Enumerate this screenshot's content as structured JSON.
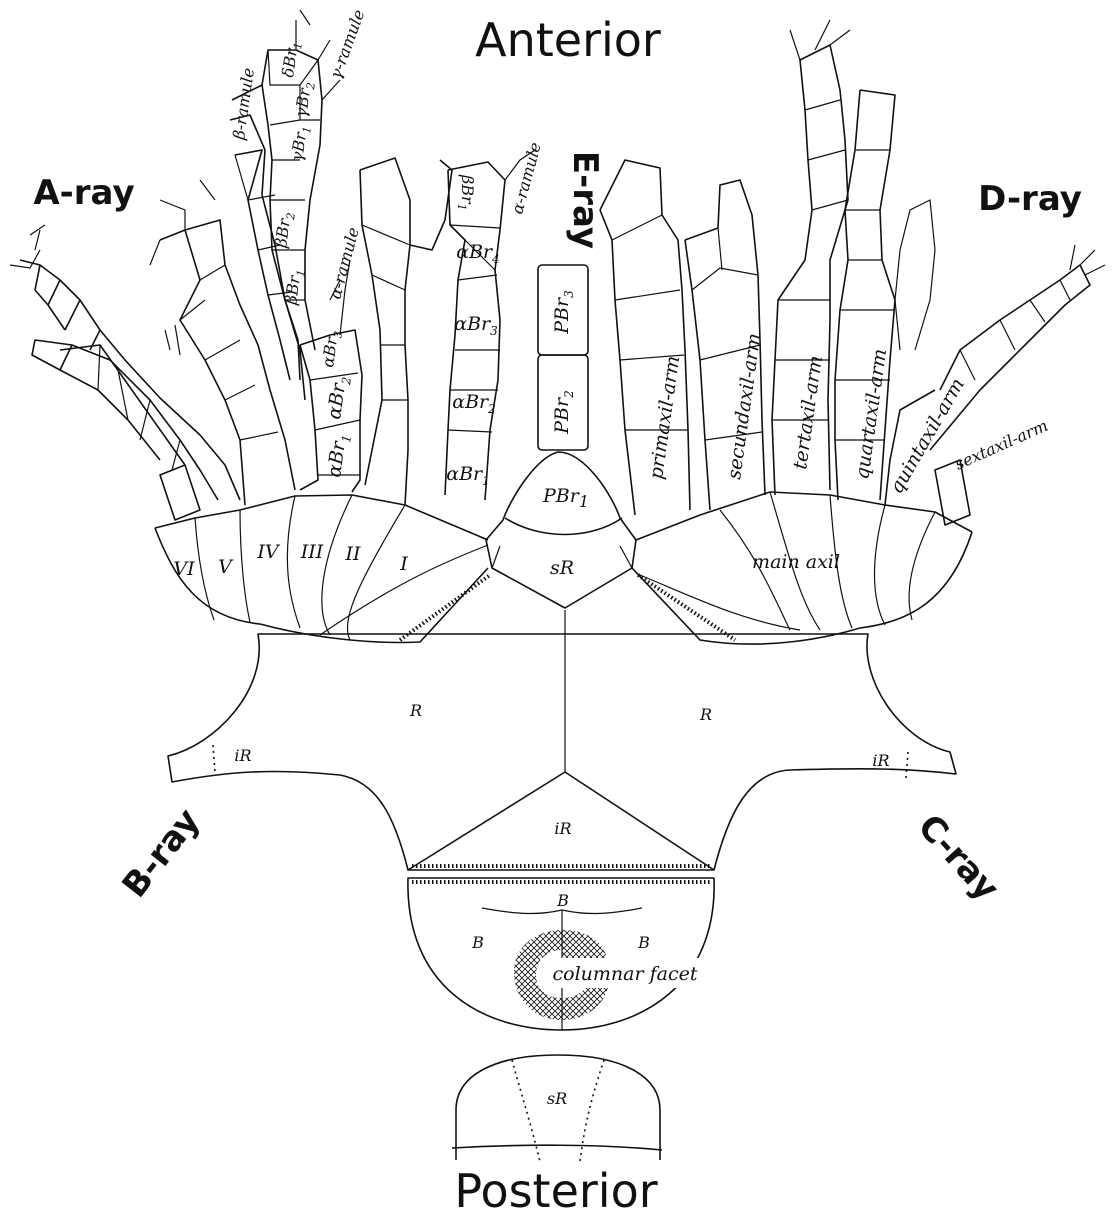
{
  "orientation": {
    "anterior": "Anterior",
    "posterior": "Posterior"
  },
  "rays": {
    "a": "A-ray",
    "b": "B-ray",
    "c": "C-ray",
    "d": "D-ray",
    "e": "E-ray"
  },
  "a_ray_arms": [
    "VI",
    "V",
    "IV",
    "III",
    "II",
    "I"
  ],
  "alpha_branch": {
    "br1": "αBr",
    "br1_sub": "1",
    "br2": "αBr",
    "br2_sub": "2",
    "br3": "αBr",
    "br3_sub": "3",
    "br4": "αBr",
    "br4_sub": "4",
    "ramule": "α-ramule"
  },
  "inner_branch": {
    "br1": "αBr",
    "br1_sub": "1",
    "br2": "αBr",
    "br2_sub": "2",
    "br3": "αBr",
    "br3_sub": "3",
    "ramule": "α-ramule"
  },
  "beta_branch": {
    "br1": "βBr",
    "br1_sub": "1",
    "br2": "βBr",
    "br2_sub": "2",
    "top": "βBr",
    "top_sub": "1",
    "ramule": "β-ramule"
  },
  "gamma_branch": {
    "br1": "γBr",
    "br1_sub": "1",
    "br2": "γBr",
    "br2_sub": "2",
    "ramule": "γ-ramule"
  },
  "delta_branch": {
    "br1": "δBr",
    "br1_sub": "1"
  },
  "e_ray_plates": {
    "pbr1": "PBr",
    "pbr1_sub": "1",
    "pbr2": "PBr",
    "pbr2_sub": "2",
    "pbr3": "PBr",
    "pbr3_sub": "3",
    "upper_sr": "sR"
  },
  "d_ray_arms": {
    "primaxil": "primaxil-arm",
    "secundaxil": "secundaxil-arm",
    "tertaxil": "tertaxil-arm",
    "quartaxil": "quartaxil-arm",
    "quintaxil": "quintaxil-arm",
    "sextaxil": "sextaxil-arm",
    "main_axil": "main axil"
  },
  "cup": {
    "radial_left": "R",
    "radial_right": "R",
    "interradial_left": "iR",
    "interradial_right": "iR",
    "interradial_center": "iR",
    "basal_top": "B",
    "basal_left": "B",
    "basal_right": "B",
    "columnar_facet": "columnar facet",
    "lower_sr": "sR"
  }
}
